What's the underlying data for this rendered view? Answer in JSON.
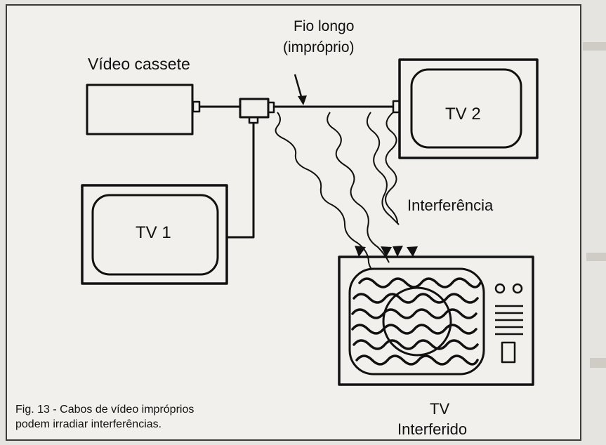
{
  "labels": {
    "vcr": "Vídeo cassete",
    "long_wire_line1": "Fio longo",
    "long_wire_line2": "(impróprio)",
    "interference": "Interferência",
    "tv1": "TV 1",
    "tv2": "TV 2",
    "tv_interfered_line1": "TV",
    "tv_interfered_line2": "Interferido"
  },
  "caption": {
    "line1": "Fig. 13 - Cabos de vídeo impróprios",
    "line2": "podem irradiar interferências."
  },
  "colors": {
    "page_bg": "#e6e4e0",
    "panel_bg": "#f1f0ec",
    "ink": "#111111"
  }
}
